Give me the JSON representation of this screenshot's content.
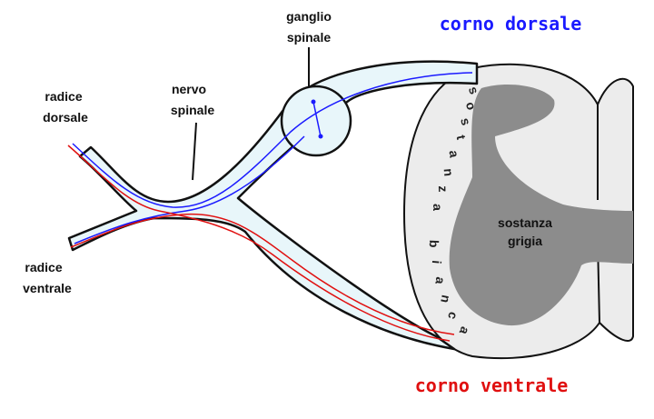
{
  "labels": {
    "ganglio_line1": "ganglio",
    "ganglio_line2": "spinale",
    "nervo_line1": "nervo",
    "nervo_line2": "spinale",
    "radice_dorsale_line1": "radice",
    "radice_dorsale_line2": "dorsale",
    "radice_ventrale_line1": "radice",
    "radice_ventrale_line2": "ventrale",
    "corno_dorsale": "corno dorsale",
    "corno_ventrale": "corno ventrale",
    "sostanza_grigia_line1": "sostanza",
    "sostanza_grigia_line2": "grigia",
    "sostanza_bianca_letters": [
      "s",
      "o",
      "s",
      "t",
      "a",
      "n",
      "z",
      "a",
      "b",
      "i",
      "a",
      "n",
      "c",
      "a"
    ]
  },
  "colors": {
    "dorsal_fiber": "#1a1aff",
    "ventral_fiber": "#e01010",
    "nerve_fill": "#e8f6fa",
    "white_matter": "#ececec",
    "grey_matter": "#8c8c8c",
    "outline": "#111111"
  }
}
